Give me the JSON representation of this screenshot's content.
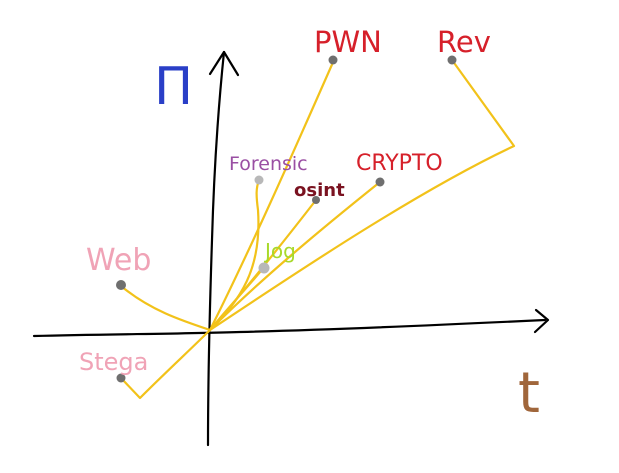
{
  "axes": {
    "y_symbol": "Π",
    "x_symbol": "t"
  },
  "categories": [
    {
      "key": "pwn",
      "label": "PWN",
      "color": "#d6202a"
    },
    {
      "key": "rev",
      "label": "Rev",
      "color": "#d6202a"
    },
    {
      "key": "crypto",
      "label": "CRYPTO",
      "color": "#d6202a"
    },
    {
      "key": "forensic",
      "label": "Forensic",
      "color": "#9a4fa3"
    },
    {
      "key": "osint",
      "label": "osint",
      "color": "#7a1220"
    },
    {
      "key": "jog",
      "label": "Jog",
      "color": "#a8d92a"
    },
    {
      "key": "web",
      "label": "Web",
      "color": "#f0a3b6"
    },
    {
      "key": "stega",
      "label": "Stega",
      "color": "#f0a3b6"
    }
  ],
  "colors": {
    "axis": "#000000",
    "line": "#f2c21a",
    "y_symbol": "#2a3fc7",
    "x_symbol": "#a0663b",
    "dot": "#6f6f6f",
    "dot_light": "#b8b8b8"
  }
}
